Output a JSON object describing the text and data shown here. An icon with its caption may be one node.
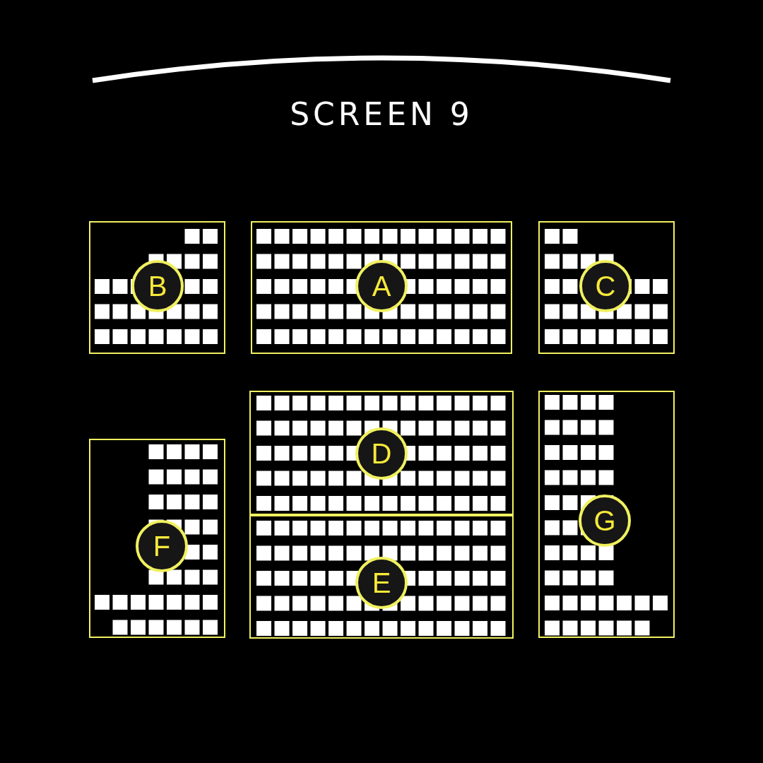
{
  "diagram": {
    "title": "SCREEN 9",
    "nodes": [
      {
        "text": [
          "B"
        ]
      },
      {
        "text": [
          "A"
        ]
      },
      {
        "text": [
          "C"
        ]
      },
      {
        "text": [
          "D"
        ]
      },
      {
        "text": [
          "G"
        ]
      },
      {
        "text": [
          "F"
        ]
      },
      {
        "text": [
          "E"
        ]
      }
    ]
  }
}
